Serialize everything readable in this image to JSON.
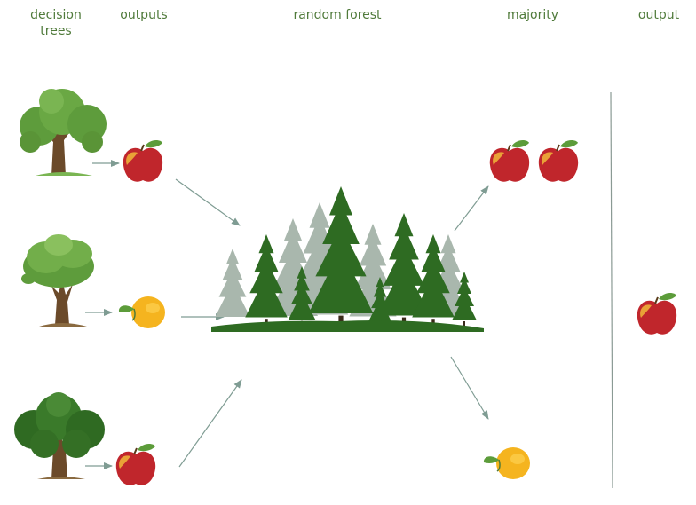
{
  "headers": {
    "decision_trees": "decision\ntrees",
    "outputs": "outputs",
    "random_forest": "random forest",
    "majority": "majority",
    "output": "output"
  },
  "colors": {
    "header_text": "#4f7a3a",
    "arrow": "#7f9c93",
    "divider": "#8a9a94",
    "apple_red": "#c0262c",
    "lemon_yellow": "#f5b41f",
    "leaf_green": "#5c9c3a",
    "forest_dark": "#2e6b22",
    "forest_light": "#a9b7ad"
  },
  "icons": {
    "tree_1": "deciduous-tree-icon",
    "tree_2": "oak-tree-icon",
    "tree_3": "bushy-tree-icon",
    "apple": "apple-icon",
    "lemon": "lemon-icon",
    "forest": "forest-icon"
  },
  "outputs": [
    "apple",
    "lemon",
    "apple"
  ],
  "majority": [
    "apple",
    "apple",
    "lemon"
  ],
  "final_output": "apple"
}
